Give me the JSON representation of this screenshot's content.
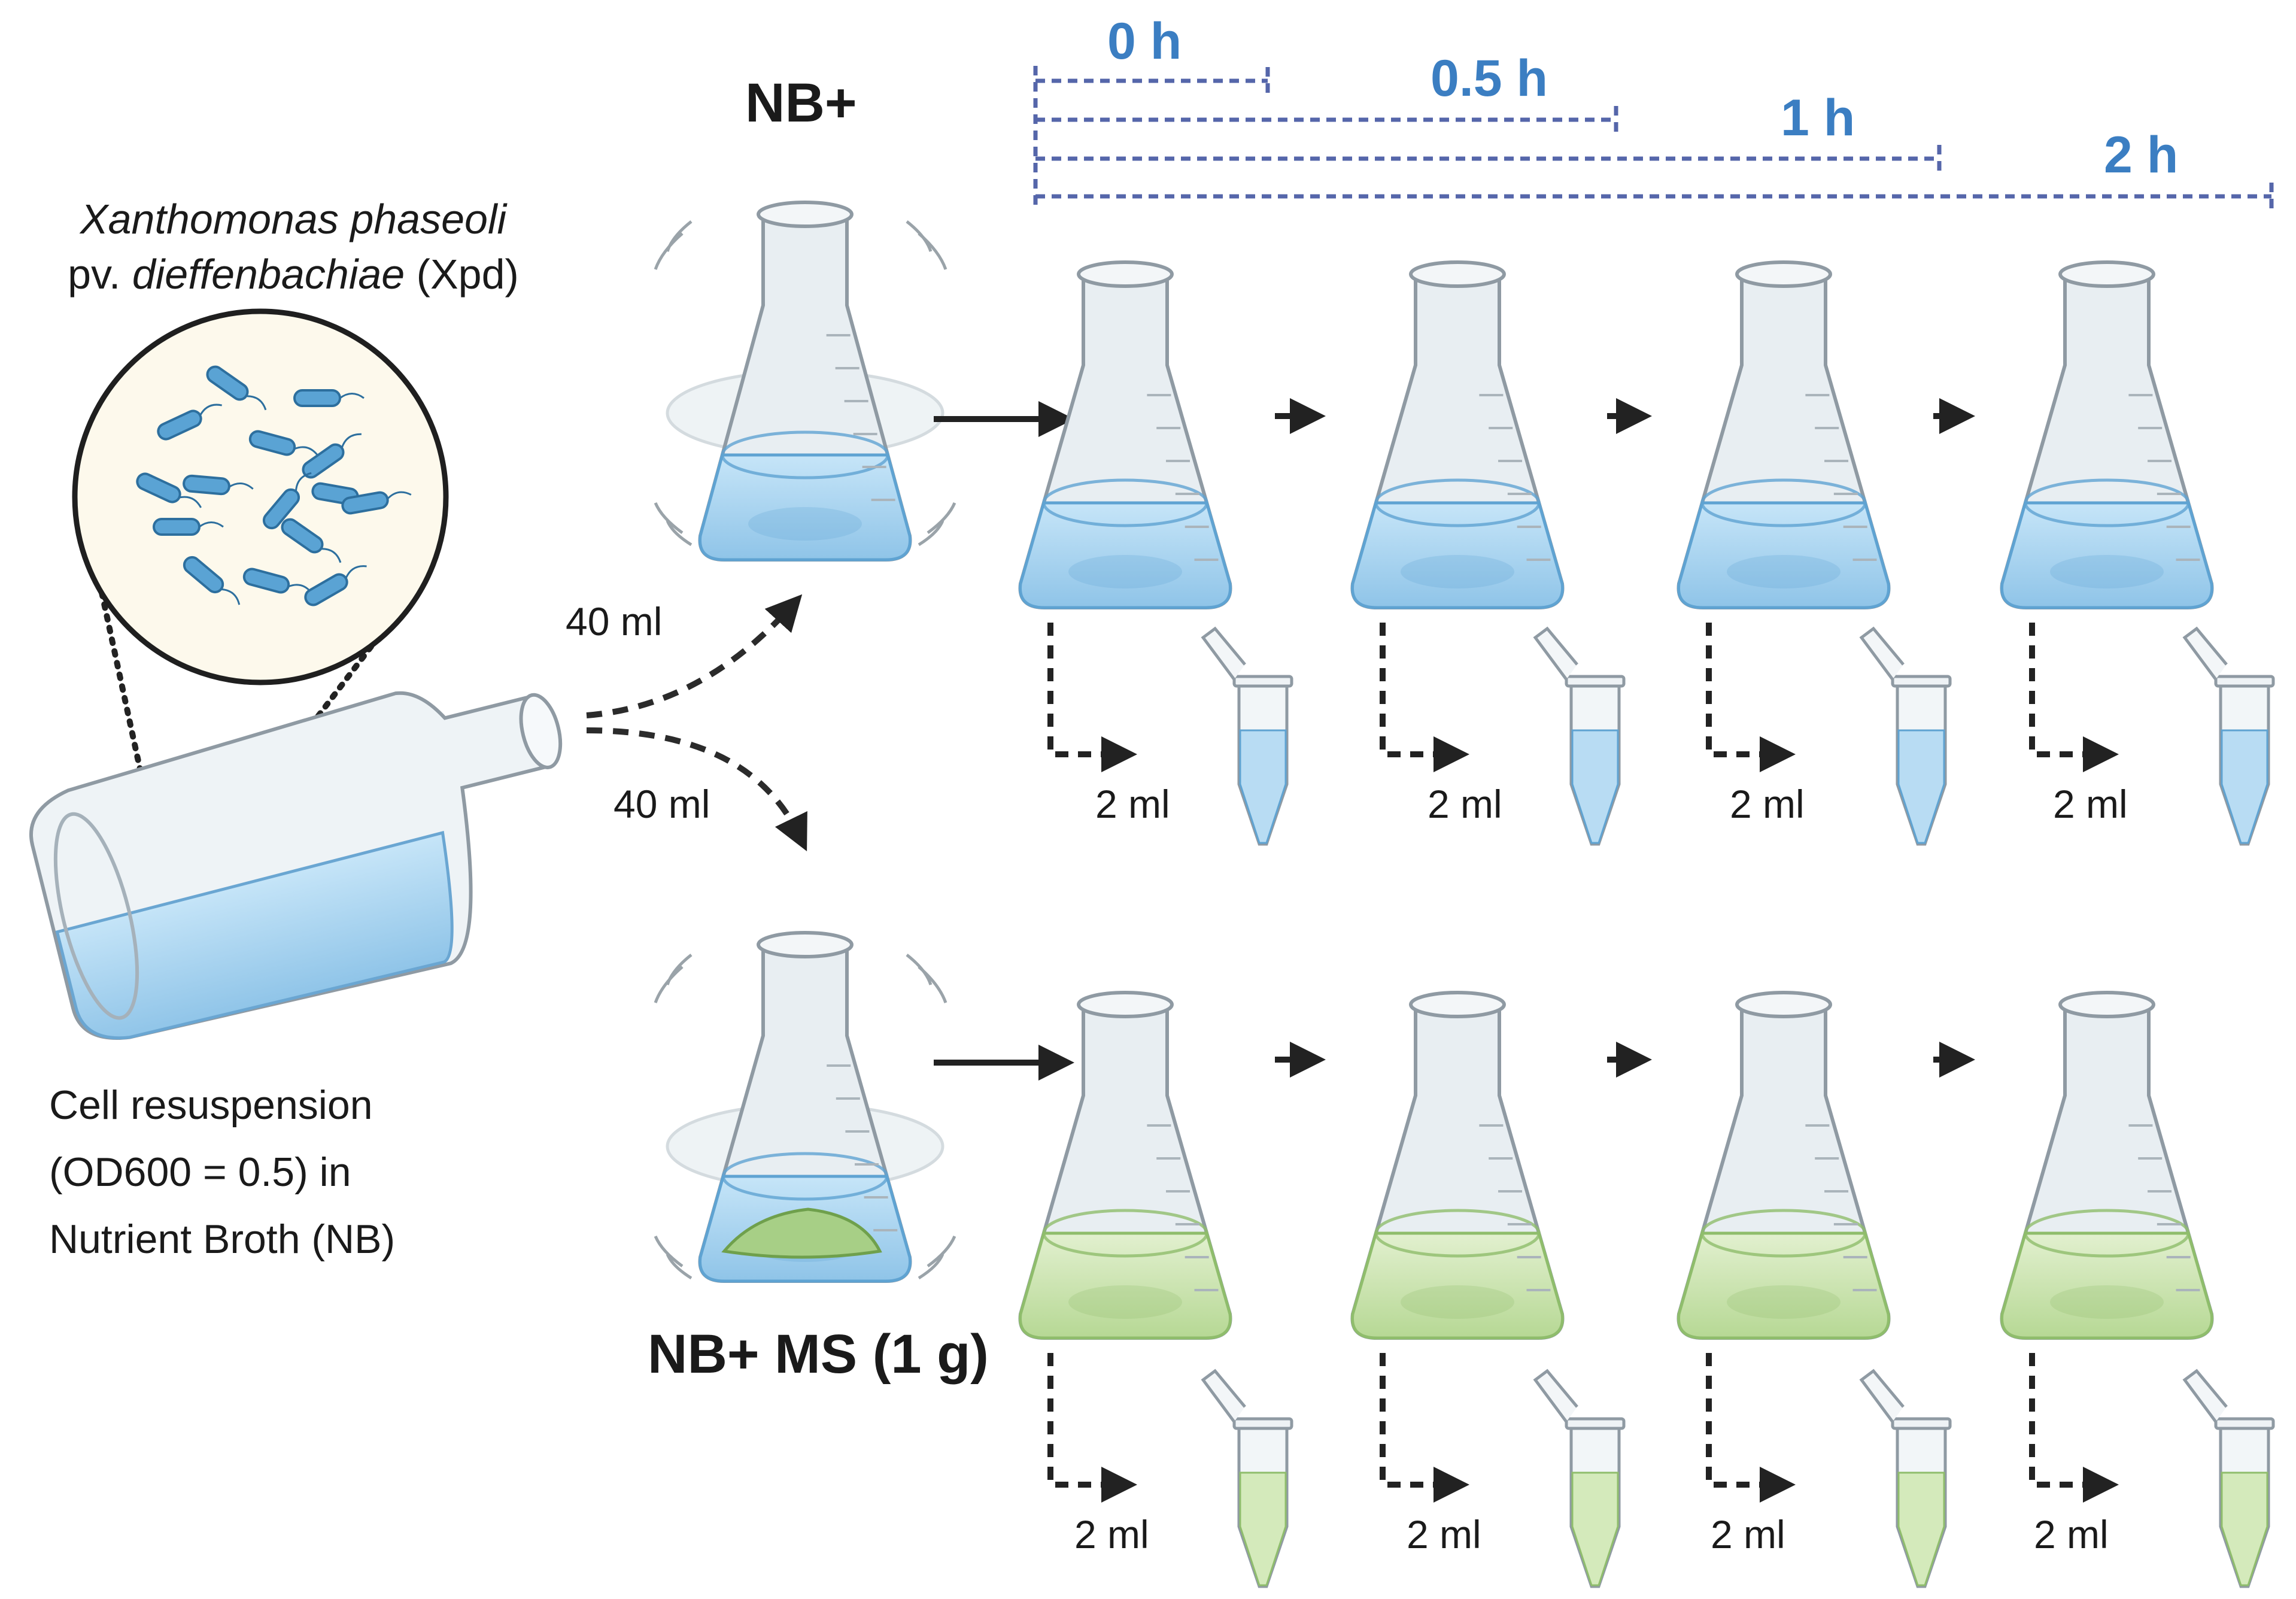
{
  "organism": {
    "name_line1": "Xanthomonas phaseoli",
    "name_line2_prefix": "pv.",
    "name_line2_italic": "dieffenbachiae",
    "name_line2_suffix": "(Xpd)"
  },
  "source": {
    "desc_line1": "Cell resuspension",
    "desc_line2": "(OD600 = 0.5)  in",
    "desc_line3": "Nutrient Broth (NB)"
  },
  "transfer_volumes": [
    "40 ml",
    "40 ml"
  ],
  "conditions": {
    "top": "NB+",
    "bottom": "NB+ MS (1 g)"
  },
  "timepoints": [
    "0 h",
    "0.5 h",
    "1 h",
    "2 h"
  ],
  "sample_volumes": {
    "top": [
      "2 ml",
      "2 ml",
      "2 ml",
      "2 ml"
    ],
    "bottom": [
      "2 ml",
      "2 ml",
      "2 ml",
      "2 ml"
    ]
  },
  "colors": {
    "timeline": "#5566aa",
    "timepoint_text": "#3b7ec2",
    "liquid_blue": "#a9d3ef",
    "liquid_green": "#cde4b0",
    "glass": "#e8eef2",
    "glass_stroke": "#8f9aa3",
    "bacteria": "#4a98cc",
    "arrow": "#1e1e1e"
  }
}
